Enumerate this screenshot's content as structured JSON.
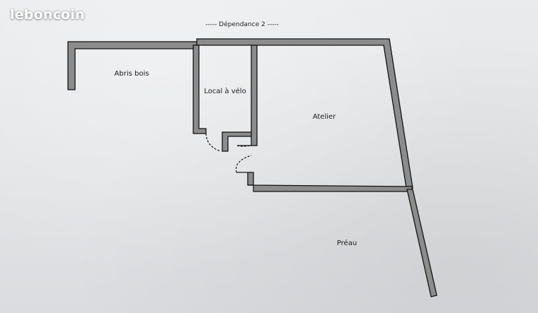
{
  "watermark": {
    "text": "leboncoin"
  },
  "plan": {
    "title": "----- Dépendance 2 -----",
    "rooms": {
      "abris_bois": "Abris bois",
      "local_velo": "Local à vélo",
      "atelier": "Atelier",
      "preau": "Préau"
    }
  },
  "colors": {
    "wall_fill": "#8c8c8c",
    "wall_stroke": "#111111",
    "paper": "#e6e8ea"
  }
}
